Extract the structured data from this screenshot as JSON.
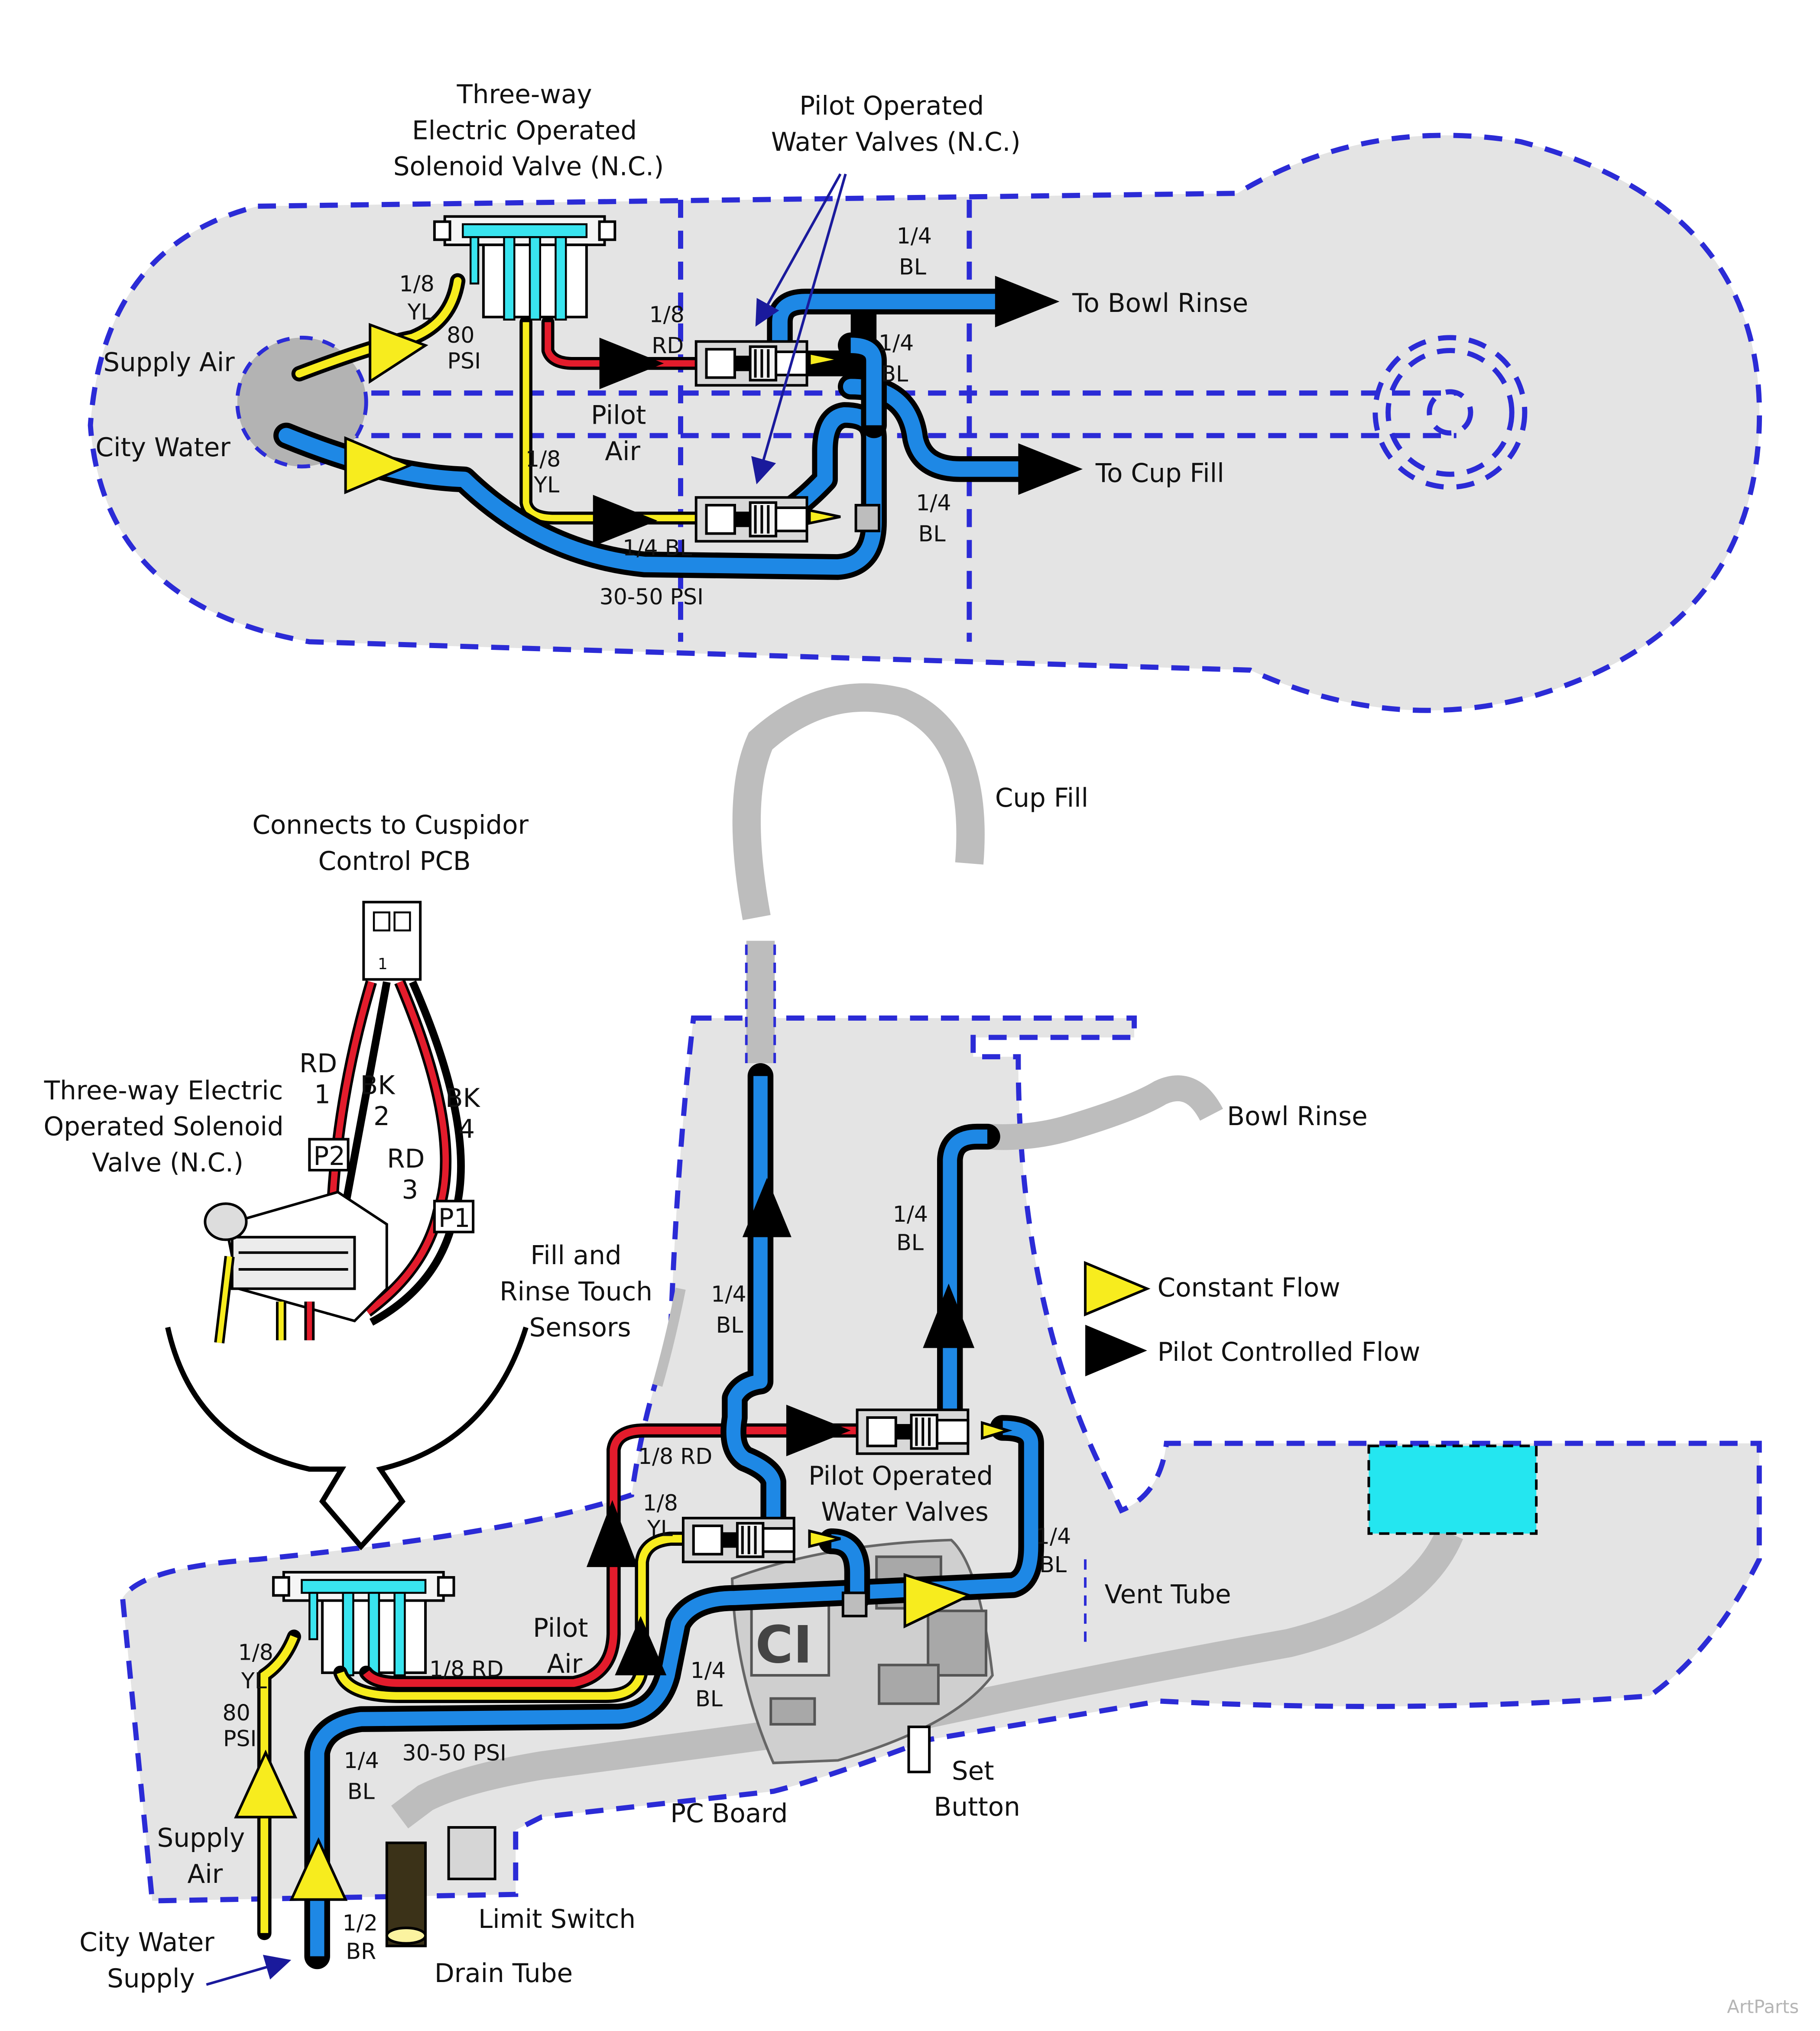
{
  "top": {
    "solenoid_title": [
      "Three-way",
      "Electric Operated",
      "Solenoid Valve (N.C.)"
    ],
    "pilot_valves_title": [
      "Pilot Operated",
      "Water Valves (N.C.)"
    ],
    "supply_air": "Supply Air",
    "city_water": "City Water",
    "air_size": [
      "1/8",
      "YL"
    ],
    "air_pressure": [
      "80",
      "PSI"
    ],
    "rd_size": [
      "1/8",
      "RD"
    ],
    "pilot_air": [
      "Pilot",
      "Air"
    ],
    "yl_size": [
      "1/8",
      "YL"
    ],
    "bl_top": [
      "1/4",
      "BL"
    ],
    "bl_mid": [
      "1/4",
      "BL"
    ],
    "bl_right": [
      "1/4",
      "BL"
    ],
    "bl_bottom": "1/4 BL",
    "water_pressure": "30-50 PSI",
    "to_bowl_rinse": "To Bowl Rinse",
    "to_cup_fill": "To Cup Fill"
  },
  "bottom": {
    "cup_fill": "Cup Fill",
    "bowl_rinse": "Bowl Rinse",
    "connects_to": [
      "Connects to Cuspidor",
      "Control PCB"
    ],
    "solenoid_title": [
      "Three-way Electric",
      "Operated Solenoid",
      "Valve (N.C.)"
    ],
    "wire_rd1": [
      "RD",
      "1"
    ],
    "wire_bk2": [
      "BK",
      "2"
    ],
    "wire_rd3": [
      "RD",
      "3"
    ],
    "wire_bk4": [
      "BK",
      "4"
    ],
    "tag_p2": "P2",
    "tag_p1": "P1",
    "connector_pin": "1",
    "touch_sensors": [
      "Fill and",
      "Rinse Touch",
      "Sensors"
    ],
    "bl_cup_line": [
      "1/4",
      "BL"
    ],
    "bl_rinse_line": [
      "1/4",
      "BL"
    ],
    "rd_label_top": "1/8 RD",
    "yl_label": [
      "1/8",
      "YL"
    ],
    "pilot_valves_title": [
      "Pilot Operated",
      "Water Valves"
    ],
    "bl_right": [
      "1/4",
      "BL"
    ],
    "vent_tube": "Vent Tube",
    "pilot_air": [
      "Pilot",
      "Air"
    ],
    "rd_label_bottom": "1/8 RD",
    "air_size": [
      "1/8",
      "YL"
    ],
    "air_pressure": [
      "80",
      "PSI"
    ],
    "bl_mid": [
      "1/4",
      "BL"
    ],
    "water_pressure": "30-50 PSI",
    "bl_left": [
      "1/4",
      "BL"
    ],
    "supply_air": [
      "Supply",
      "Air"
    ],
    "pc_board": "PC Board",
    "set_button": [
      "Set",
      "Button"
    ],
    "limit_switch": "Limit Switch",
    "drain_size": [
      "1/2",
      "BR"
    ],
    "drain_tube": "Drain Tube",
    "city_water_supply": [
      "City Water",
      "Supply"
    ]
  },
  "legend": {
    "constant_flow": "Constant Flow",
    "pilot_controlled_flow": "Pilot Controlled Flow"
  },
  "credit": "ArtParts",
  "colors": {
    "air_tube": "#f7ec1e",
    "water_tube": "#1e88e5",
    "pilot_tube": "#e31c2c",
    "drain_tube": "#3b3218",
    "body_fill": "#e4e4e4",
    "outline": "#2b2bd6",
    "fitting_cyan": "#39e4ef"
  }
}
